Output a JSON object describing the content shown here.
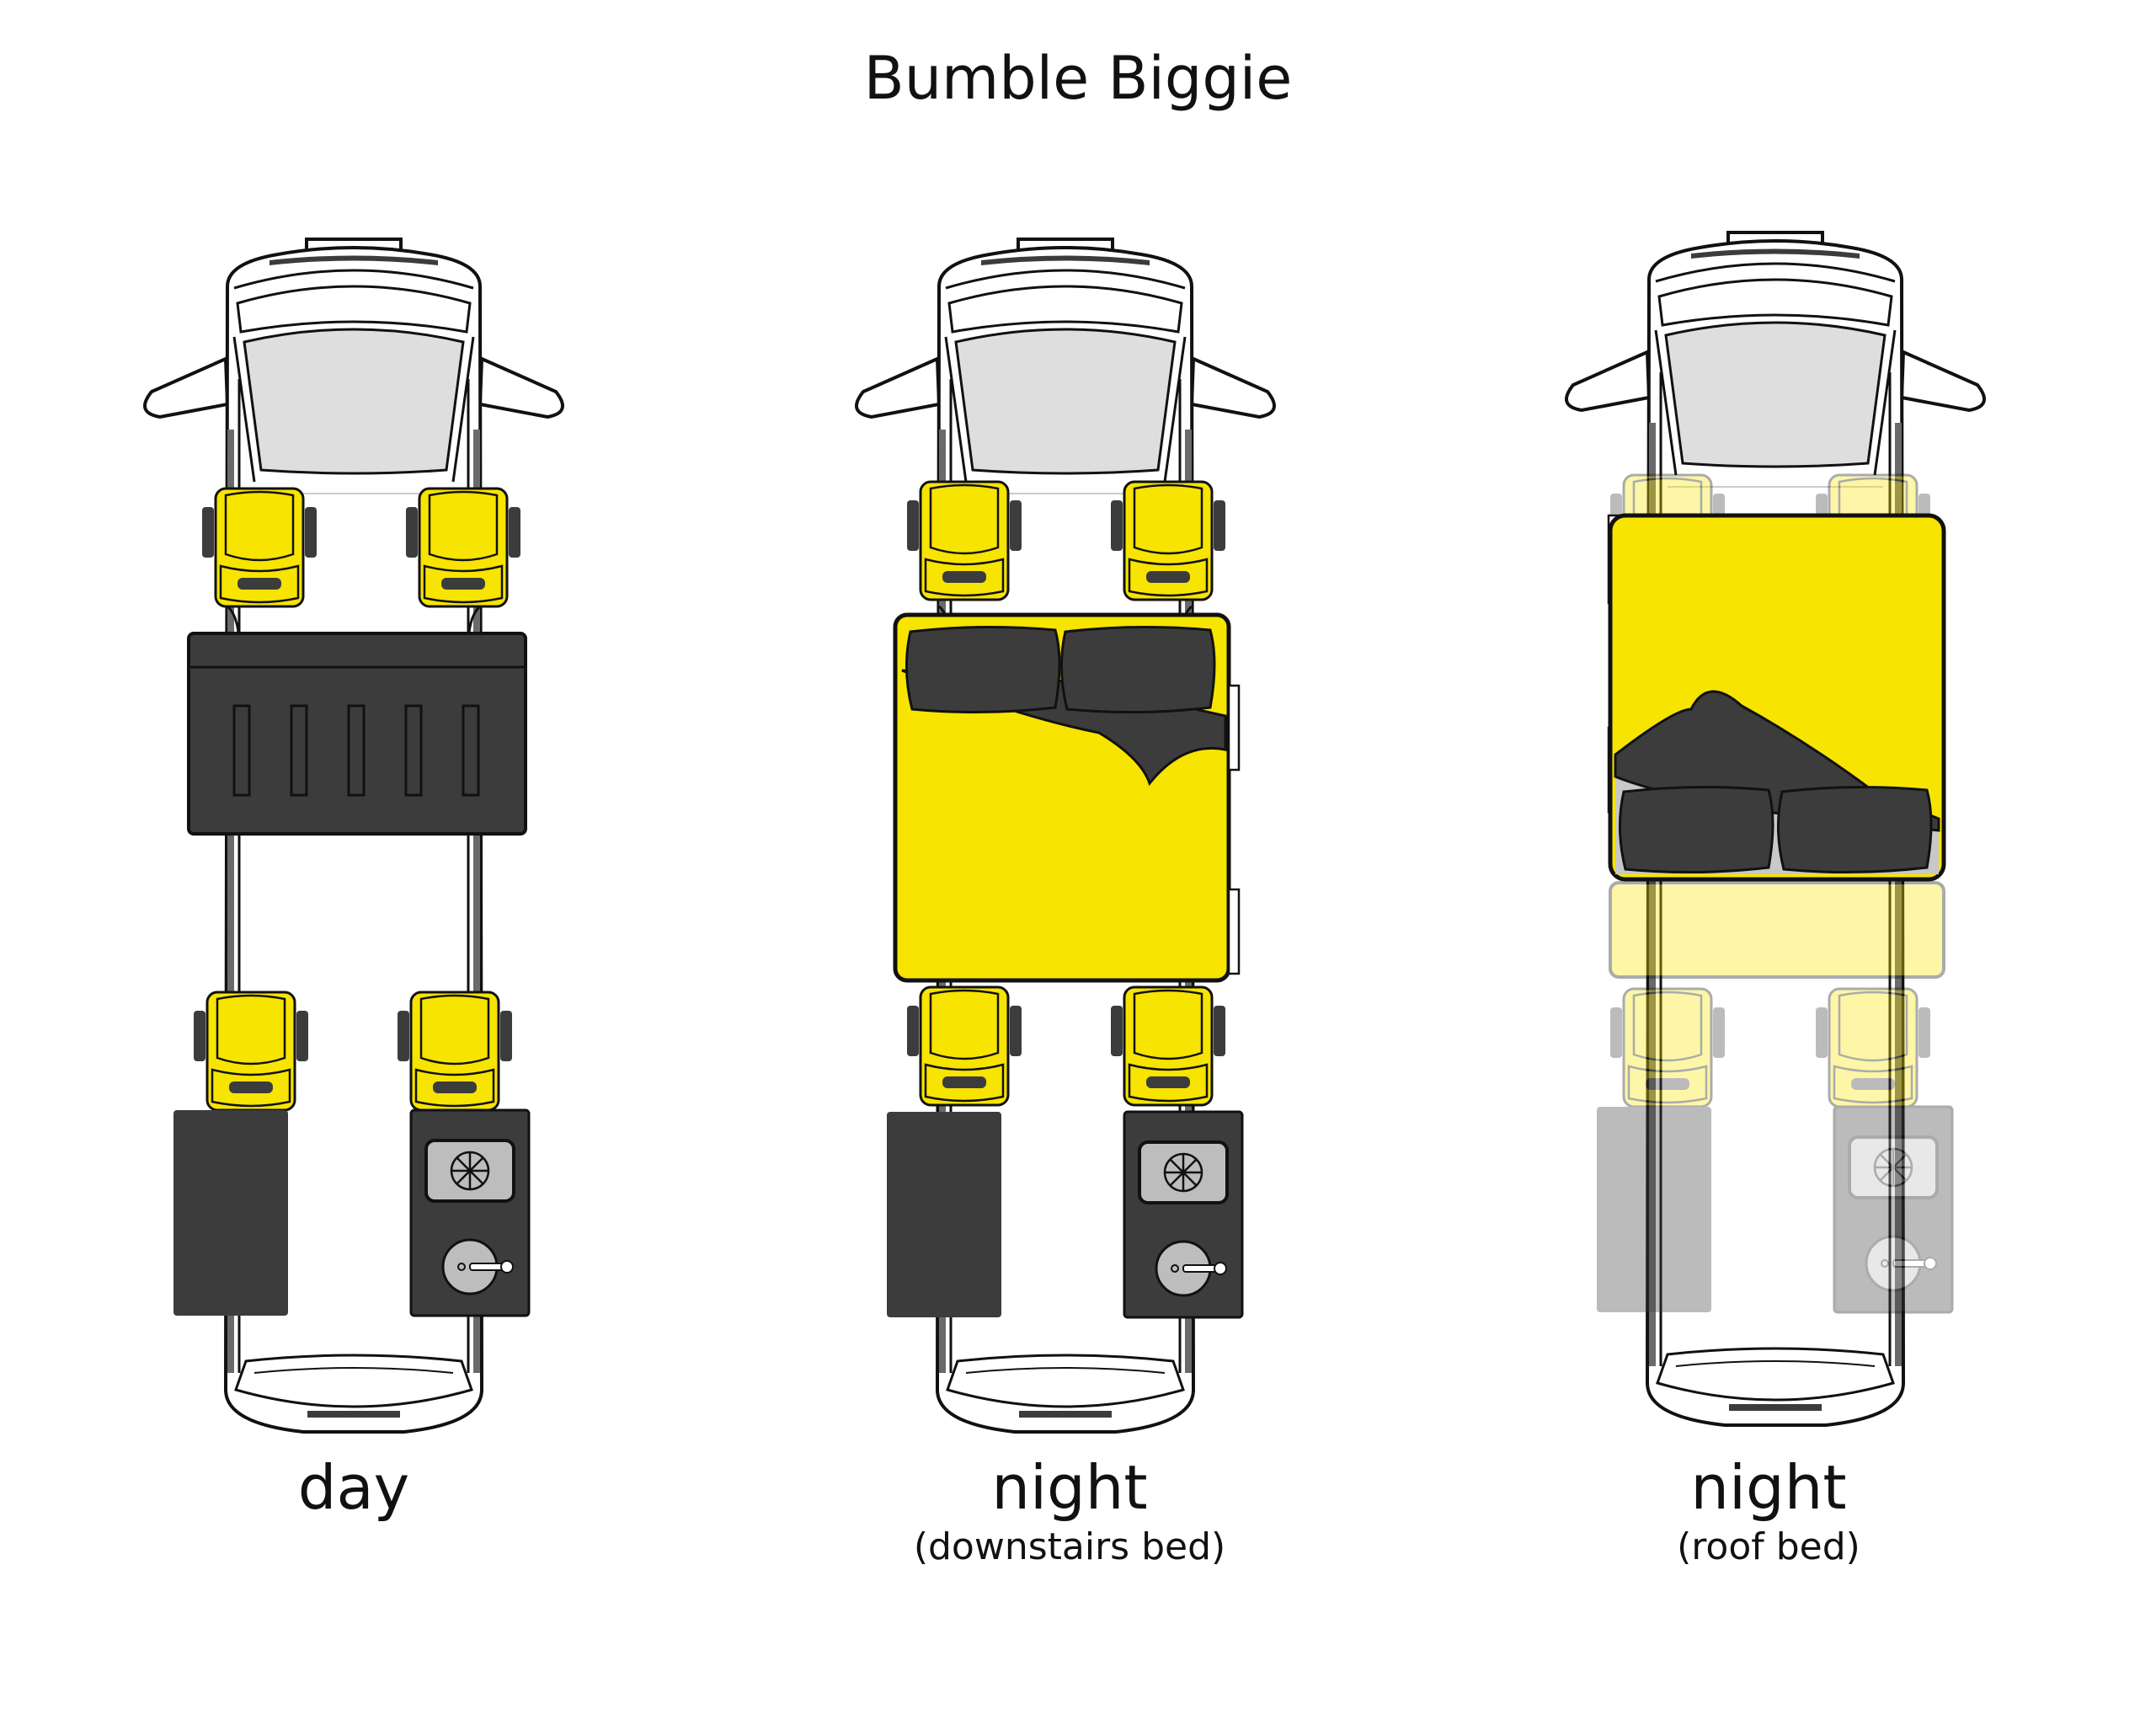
{
  "title": "Bumble Biggie",
  "layouts": [
    {
      "id": "day",
      "label": "day",
      "sublabel": ""
    },
    {
      "id": "night-downstairs",
      "label": "night",
      "sublabel": "(downstairs bed)"
    },
    {
      "id": "night-roof",
      "label": "night",
      "sublabel": "(roof bed)"
    }
  ],
  "colors": {
    "seat_yellow": "#f7e400",
    "bed_yellow": "#f7e400",
    "bed_faded": "#fbf3a0",
    "dark": "#3c3c3c",
    "windshield": "#dedede",
    "outline": "#111111",
    "faded": "#bdbdbd"
  },
  "icons": [
    "seat-icon",
    "stove-burner-icon",
    "sink-icon",
    "pillow-icon",
    "duvet-icon"
  ]
}
